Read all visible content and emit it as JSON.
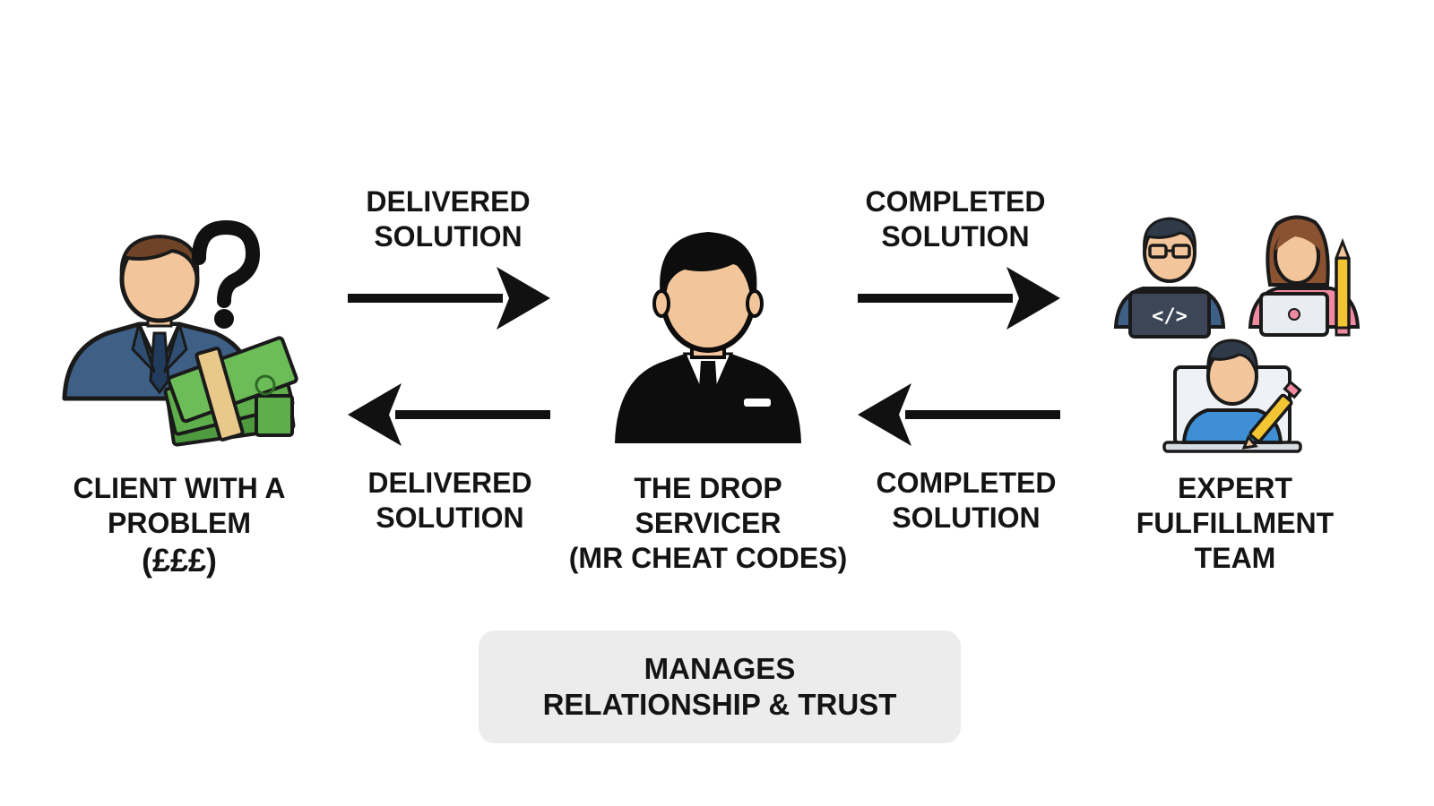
{
  "arrows": {
    "top_left": {
      "line1": "DELIVERED",
      "line2": "SOLUTION"
    },
    "top_right": {
      "line1": "COMPLETED",
      "line2": "SOLUTION"
    },
    "bottom_left": {
      "line1": "DELIVERED",
      "line2": "SOLUTION"
    },
    "bottom_right": {
      "line1": "COMPLETED",
      "line2": "SOLUTION"
    }
  },
  "nodes": {
    "client": {
      "line1": "CLIENT WITH A",
      "line2": "PROBLEM",
      "line3": "(£££)",
      "icon": "businessman-with-question-and-cash-icon"
    },
    "servicer": {
      "line1": "THE DROP",
      "line2": "SERVICER",
      "line3": "(MR CHEAT CODES)",
      "icon": "suited-man-icon"
    },
    "team": {
      "line1": "EXPERT",
      "line2": "FULFILLMENT",
      "line3": "TEAM",
      "icon": "freelancer-team-icon"
    }
  },
  "footer": {
    "line1": "MANAGES",
    "line2": "RELATIONSHIP & TRUST"
  },
  "colors": {
    "suit_blue": "#3e5f86",
    "skin": "#f3c59b",
    "hair_brown": "#6e4327",
    "money_green": "#5fae4c",
    "pink_shirt": "#f08aa0",
    "pencil_yellow": "#f3c532",
    "box_gray": "#ececec"
  }
}
